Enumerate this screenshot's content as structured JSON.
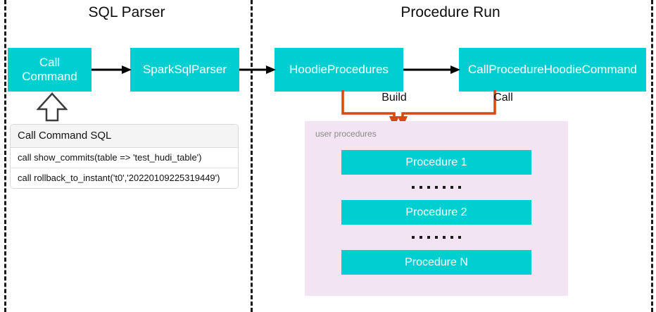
{
  "sections": {
    "left_title": "SQL Parser",
    "right_title": "Procedure Run"
  },
  "flow": {
    "call_command": "Call\nCommand",
    "call_command_line1": "Call",
    "call_command_line2": "Command",
    "spark_sql_parser": "SparkSqlParser",
    "hoodie_procedures": "HoodieProcedures",
    "call_procedure_hoodie_command": "CallProcedureHoodieCommand"
  },
  "connectors": {
    "build_label": "Build",
    "call_label": "Call",
    "arrow_color": "#000000",
    "orange_color": "#D9480F"
  },
  "sql_card": {
    "header": "Call Command SQL",
    "rows": [
      "call show_commits(table => 'test_hudi_table')",
      "call rollback_to_instant('t0','20220109225319449')"
    ]
  },
  "procedures_panel": {
    "label": "user procedures",
    "panel_color": "#F2E4F3",
    "items": [
      "Procedure 1",
      "Procedure 2",
      "Procedure N"
    ],
    "ellipsis_dot_count": 7
  },
  "theme": {
    "box_color": "#00CFD1",
    "box_text_color": "#FFFFFF",
    "divider_color": "#1A1A1A",
    "background": "#FFFFFF"
  }
}
